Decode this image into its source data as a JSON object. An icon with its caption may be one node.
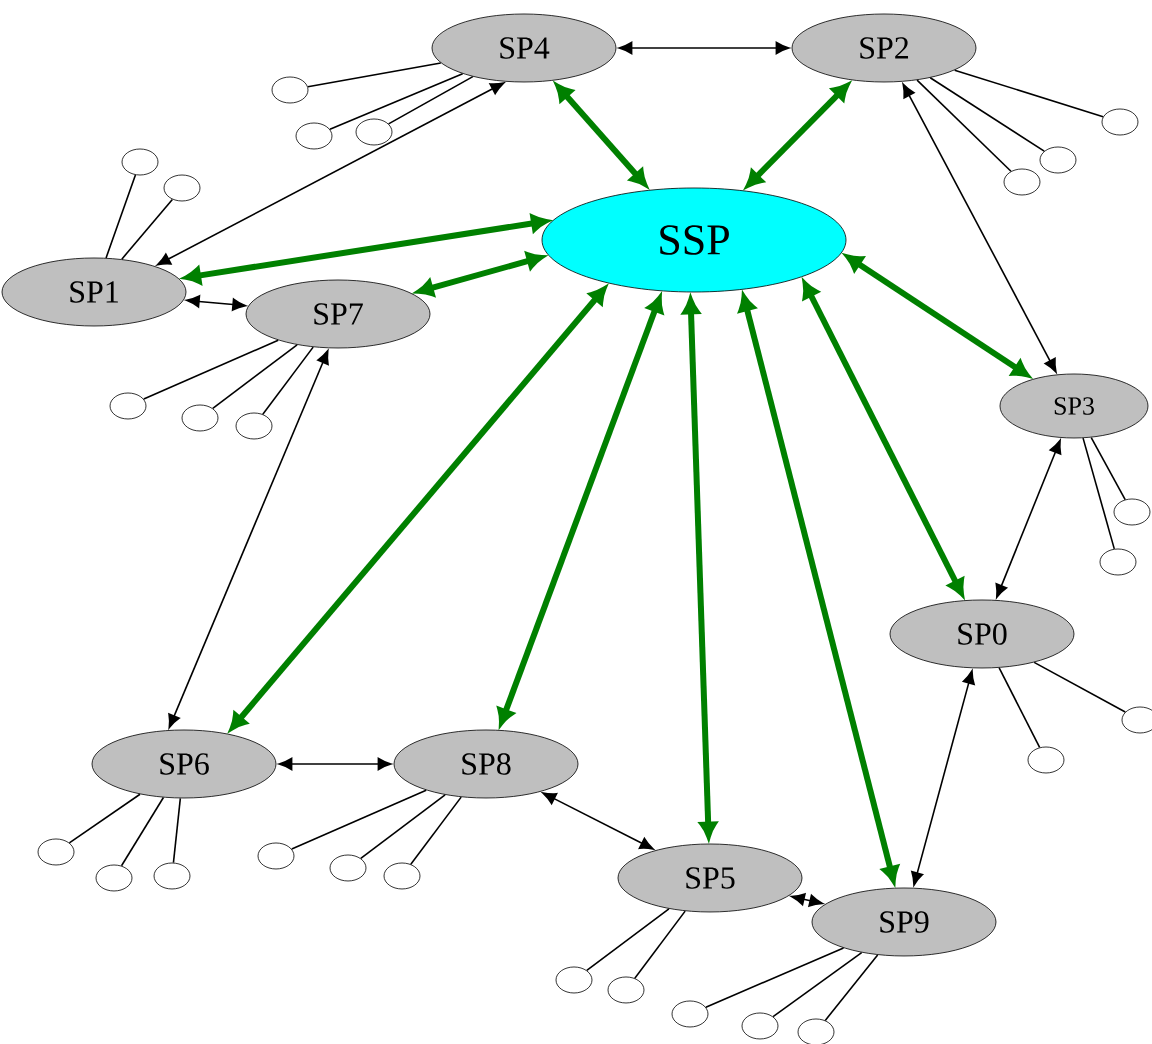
{
  "diagram": {
    "nodes": [
      {
        "text": [
          "SSP"
        ]
      },
      {
        "text": [
          "SP4"
        ]
      },
      {
        "text": [
          "SP2"
        ]
      },
      {
        "text": [
          "SP1"
        ]
      },
      {
        "text": [
          "SP7"
        ]
      },
      {
        "text": [
          "SP3"
        ]
      },
      {
        "text": [
          "SP0"
        ]
      },
      {
        "text": [
          "SP6"
        ]
      },
      {
        "text": [
          "SP8"
        ]
      },
      {
        "text": [
          "SP5"
        ]
      },
      {
        "text": [
          "SP9"
        ]
      },
      {
        "text": [],
        "shape": "circle"
      },
      {
        "text": [],
        "shape": "circle"
      },
      {
        "text": [],
        "shape": "circle"
      },
      {
        "text": [],
        "shape": "circle"
      },
      {
        "text": [],
        "shape": "circle"
      },
      {
        "text": [],
        "shape": "circle"
      },
      {
        "text": [],
        "shape": "circle"
      },
      {
        "text": [],
        "shape": "circle"
      },
      {
        "text": [],
        "shape": "circle"
      },
      {
        "text": [],
        "shape": "circle"
      },
      {
        "text": [],
        "shape": "circle"
      },
      {
        "text": [],
        "shape": "circle"
      },
      {
        "text": [],
        "shape": "circle"
      },
      {
        "text": [],
        "shape": "circle"
      },
      {
        "text": [],
        "shape": "circle"
      },
      {
        "text": [],
        "shape": "circle"
      },
      {
        "text": [],
        "shape": "circle"
      },
      {
        "text": [],
        "shape": "circle"
      },
      {
        "text": [],
        "shape": "circle"
      },
      {
        "text": [],
        "shape": "circle"
      },
      {
        "text": [],
        "shape": "circle"
      },
      {
        "text": [],
        "shape": "circle"
      },
      {
        "text": [],
        "shape": "circle"
      },
      {
        "text": [],
        "shape": "circle"
      },
      {
        "text": [],
        "shape": "circle"
      },
      {
        "text": [],
        "shape": "circle"
      }
    ],
    "edges": [
      {
        "from": 0,
        "to": 1,
        "arrow": "both",
        "style": "thick",
        "color": "#008000"
      },
      {
        "from": 0,
        "to": 2,
        "arrow": "both",
        "style": "thick",
        "color": "#008000"
      },
      {
        "from": 0,
        "to": 3,
        "arrow": "both",
        "style": "thick",
        "color": "#008000"
      },
      {
        "from": 0,
        "to": 4,
        "arrow": "both",
        "style": "thick",
        "color": "#008000"
      },
      {
        "from": 0,
        "to": 5,
        "arrow": "both",
        "style": "thick",
        "color": "#008000"
      },
      {
        "from": 0,
        "to": 6,
        "arrow": "both",
        "style": "thick",
        "color": "#008000"
      },
      {
        "from": 0,
        "to": 7,
        "arrow": "both",
        "style": "thick",
        "color": "#008000"
      },
      {
        "from": 0,
        "to": 8,
        "arrow": "both",
        "style": "thick",
        "color": "#008000"
      },
      {
        "from": 0,
        "to": 9,
        "arrow": "both",
        "style": "thick",
        "color": "#008000"
      },
      {
        "from": 0,
        "to": 10,
        "arrow": "both",
        "style": "thick",
        "color": "#008000"
      },
      {
        "from": 1,
        "to": 2,
        "arrow": "both"
      },
      {
        "from": 1,
        "to": 3,
        "arrow": "both"
      },
      {
        "from": 3,
        "to": 4,
        "arrow": "both"
      },
      {
        "from": 4,
        "to": 7,
        "arrow": "both"
      },
      {
        "from": 2,
        "to": 5,
        "arrow": "both"
      },
      {
        "from": 5,
        "to": 6,
        "arrow": "both"
      },
      {
        "from": 6,
        "to": 10,
        "arrow": "both"
      },
      {
        "from": 7,
        "to": 8,
        "arrow": "both"
      },
      {
        "from": 8,
        "to": 9,
        "arrow": "both"
      },
      {
        "from": 9,
        "to": 10,
        "arrow": "both"
      },
      {
        "from": 1,
        "to": 11,
        "arrow": "none"
      },
      {
        "from": 1,
        "to": 12,
        "arrow": "none"
      },
      {
        "from": 1,
        "to": 13,
        "arrow": "none"
      },
      {
        "from": 2,
        "to": 14,
        "arrow": "none"
      },
      {
        "from": 2,
        "to": 15,
        "arrow": "none"
      },
      {
        "from": 2,
        "to": 16,
        "arrow": "none"
      },
      {
        "from": 3,
        "to": 17,
        "arrow": "none"
      },
      {
        "from": 3,
        "to": 18,
        "arrow": "none"
      },
      {
        "from": 4,
        "to": 19,
        "arrow": "none"
      },
      {
        "from": 4,
        "to": 20,
        "arrow": "none"
      },
      {
        "from": 4,
        "to": 21,
        "arrow": "none"
      },
      {
        "from": 5,
        "to": 22,
        "arrow": "none"
      },
      {
        "from": 5,
        "to": 23,
        "arrow": "none"
      },
      {
        "from": 6,
        "to": 24,
        "arrow": "none"
      },
      {
        "from": 6,
        "to": 25,
        "arrow": "none"
      },
      {
        "from": 7,
        "to": 26,
        "arrow": "none"
      },
      {
        "from": 7,
        "to": 27,
        "arrow": "none"
      },
      {
        "from": 7,
        "to": 28,
        "arrow": "none"
      },
      {
        "from": 8,
        "to": 29,
        "arrow": "none"
      },
      {
        "from": 8,
        "to": 30,
        "arrow": "none"
      },
      {
        "from": 8,
        "to": 31,
        "arrow": "none"
      },
      {
        "from": 9,
        "to": 32,
        "arrow": "none"
      },
      {
        "from": 9,
        "to": 33,
        "arrow": "none"
      },
      {
        "from": 10,
        "to": 34,
        "arrow": "none"
      },
      {
        "from": 10,
        "to": 35,
        "arrow": "none"
      },
      {
        "from": 10,
        "to": 36,
        "arrow": "none"
      }
    ]
  }
}
